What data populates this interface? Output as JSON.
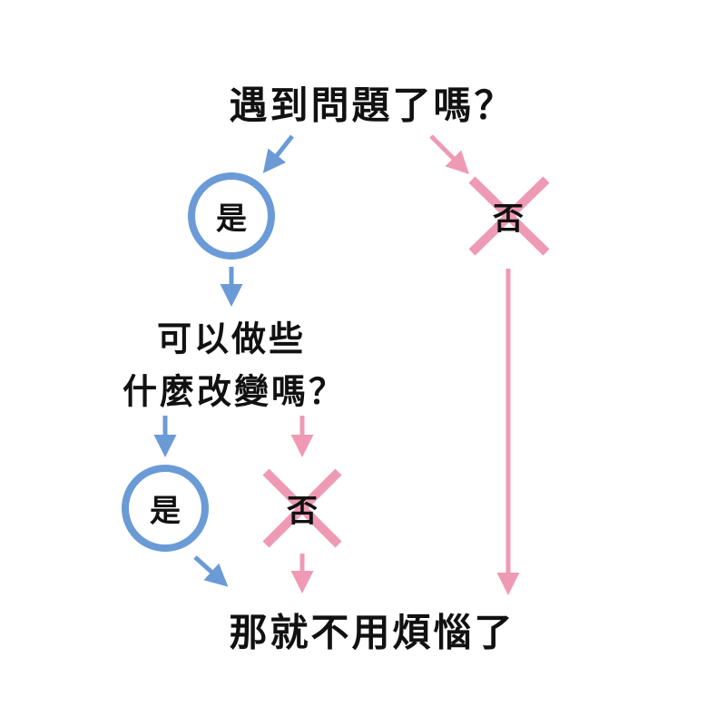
{
  "question1": "遇到問題了嗎？",
  "question2_line1": "可以做些",
  "question2_line2": "什麼改變嗎？",
  "yes_label": "是",
  "no_label": "否",
  "conclusion": "那就不用煩惱了",
  "colors": {
    "yes": "#6b9bd6",
    "no": "#ef9ab4",
    "text": "#111111"
  }
}
